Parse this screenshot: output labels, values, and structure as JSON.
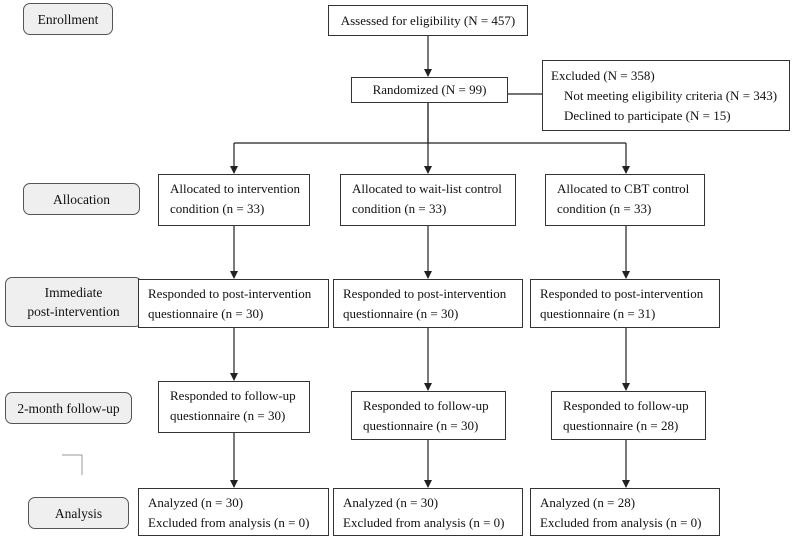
{
  "stages": {
    "enrollment": "Enrollment",
    "allocation": "Allocation",
    "post_line1": "Immediate",
    "post_line2": "post-intervention",
    "followup": "2-month follow-up",
    "analysis": "Analysis"
  },
  "assessed": "Assessed for eligibility (N = 457)",
  "randomized": "Randomized (N = 99)",
  "excluded": {
    "title": "Excluded (N = 358)",
    "item1": "Not meeting eligibility criteria (N = 343)",
    "item2": "Declined to participate (N = 15)"
  },
  "arms": [
    {
      "alloc_1": "Allocated to intervention",
      "alloc_2": "condition (n = 33)",
      "post_1": "Responded to post-intervention",
      "post_2": "questionnaire (n = 30)",
      "fu_1": "Responded to follow-up",
      "fu_2": "questionnaire (n = 30)",
      "an_1": "Analyzed (n = 30)",
      "an_2": "Excluded from analysis (n = 0)"
    },
    {
      "alloc_1": "Allocated to wait-list control",
      "alloc_2": "condition (n = 33)",
      "post_1": "Responded to post-intervention",
      "post_2": "questionnaire (n = 30)",
      "fu_1": "Responded to follow-up",
      "fu_2": "questionnaire (n = 30)",
      "an_1": "Analyzed (n = 30)",
      "an_2": "Excluded from analysis (n = 0)"
    },
    {
      "alloc_1": "Allocated to CBT control",
      "alloc_2": "condition (n = 33)",
      "post_1": "Responded to post-intervention",
      "post_2": "questionnaire (n = 31)",
      "fu_1": "Responded to follow-up",
      "fu_2": "questionnaire (n = 28)",
      "an_1": "Analyzed (n = 28)",
      "an_2": "Excluded from analysis (n = 0)"
    }
  ]
}
